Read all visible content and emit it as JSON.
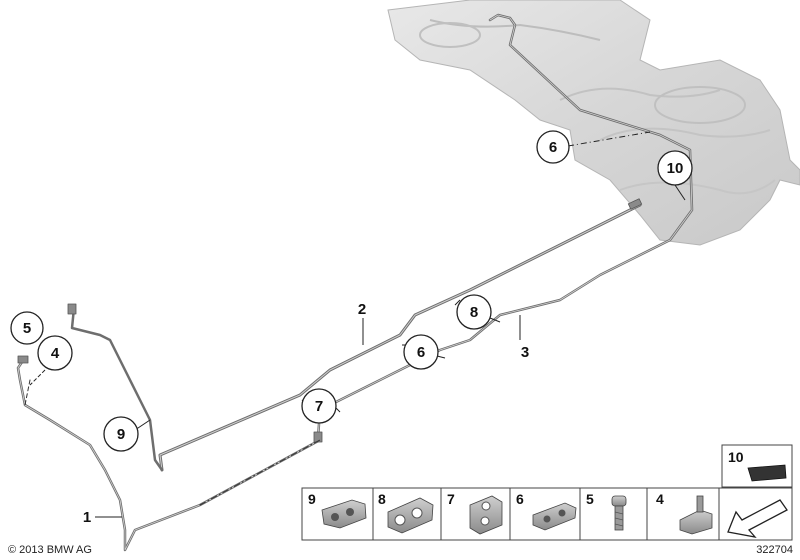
{
  "diagram": {
    "callouts": {
      "c6_top": "6",
      "c10_top": "10",
      "c5": "5",
      "c4": "4",
      "c9": "9",
      "c1": "1",
      "c2": "2",
      "c8": "8",
      "c3": "3",
      "c6_mid": "6",
      "c7": "7"
    },
    "legend": [
      "9",
      "8",
      "7",
      "6",
      "5",
      "4"
    ],
    "legend_extra": "10",
    "copyright": "© 2013 BMW AG",
    "diagram_number": "322704"
  }
}
